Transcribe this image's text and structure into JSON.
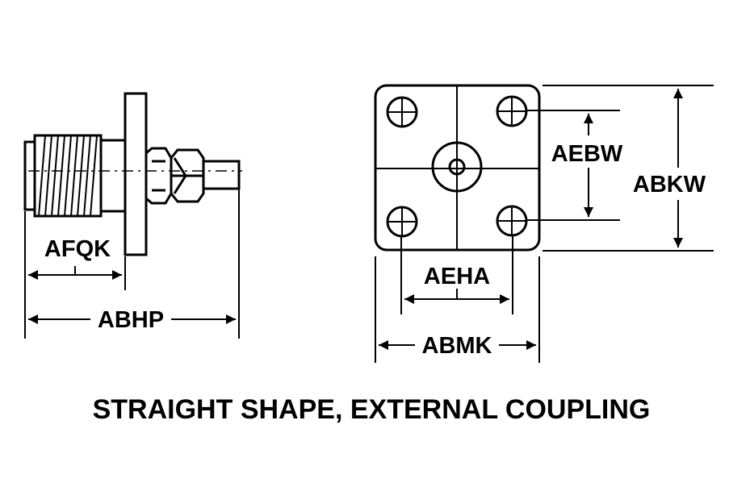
{
  "labels": {
    "afqk": "AFQK",
    "abhp": "ABHP",
    "aebw": "AEBW",
    "abkw": "ABKW",
    "aeha": "AEHA",
    "abmk": "ABMK"
  },
  "caption": "STRAIGHT SHAPE, EXTERNAL COUPLING",
  "colors": {
    "ink": "#000000",
    "background": "#ffffff"
  }
}
